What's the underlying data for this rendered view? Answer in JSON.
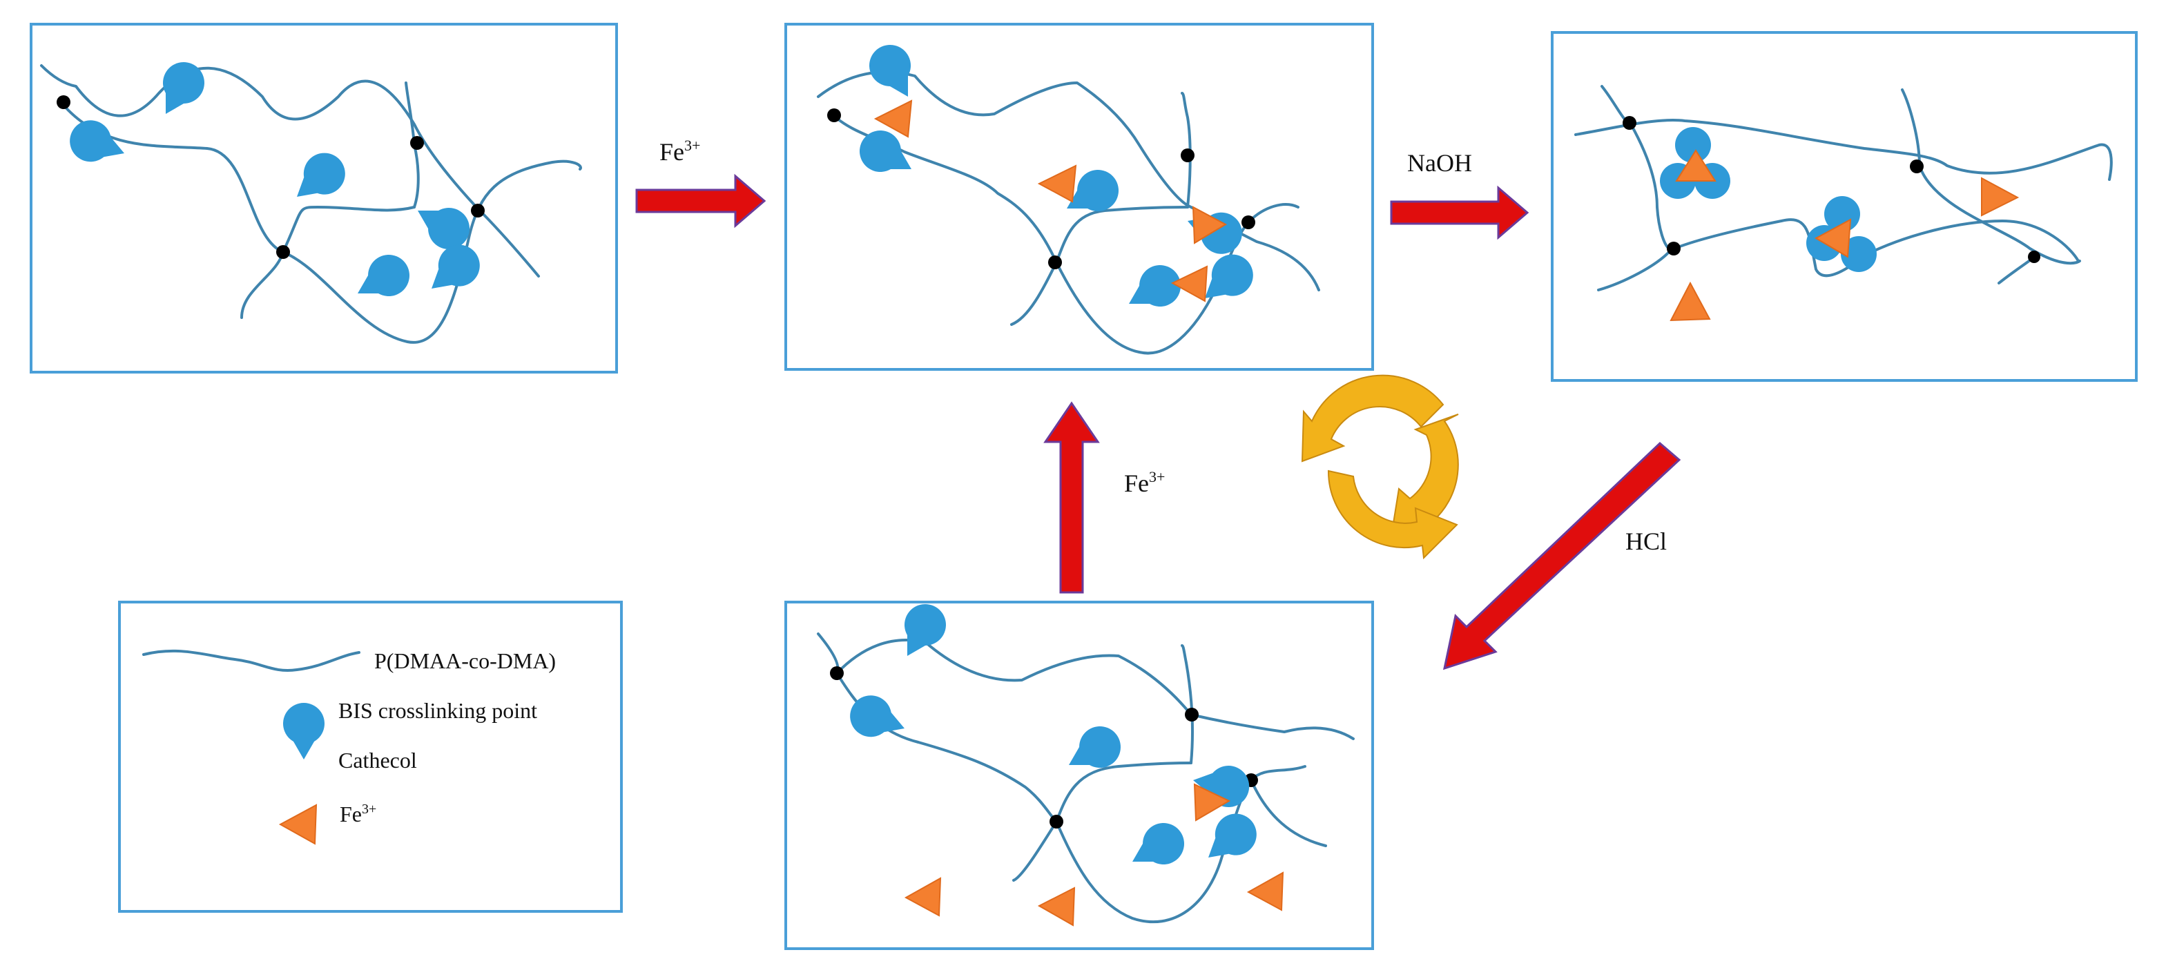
{
  "arrows": {
    "fe_top_base": "Fe",
    "fe_top_sup": "3+",
    "naoh": "NaOH",
    "hcl": "HCl",
    "fe_up_base": "Fe",
    "fe_up_sup": "3+"
  },
  "legend": {
    "polymer": "P(DMAA-co-DMA)",
    "crosslink": "BIS crosslinking point",
    "catechol": "Cathecol",
    "fe_base": "Fe",
    "fe_sup": "3+"
  },
  "colors": {
    "panel_border": "#4a9fd8",
    "polymer_chain": "#3f84ad",
    "catechol": "#2f9ad8",
    "fe_ion": "#f47f2f",
    "process_arrow": "#e00d0d",
    "cycle_arrow": "#f2b21a"
  },
  "icons": {
    "catechol": "pacman-shape",
    "fe_ion": "triangle-shape",
    "crosslink": "black-dot",
    "cycle": "circular-arrows"
  }
}
